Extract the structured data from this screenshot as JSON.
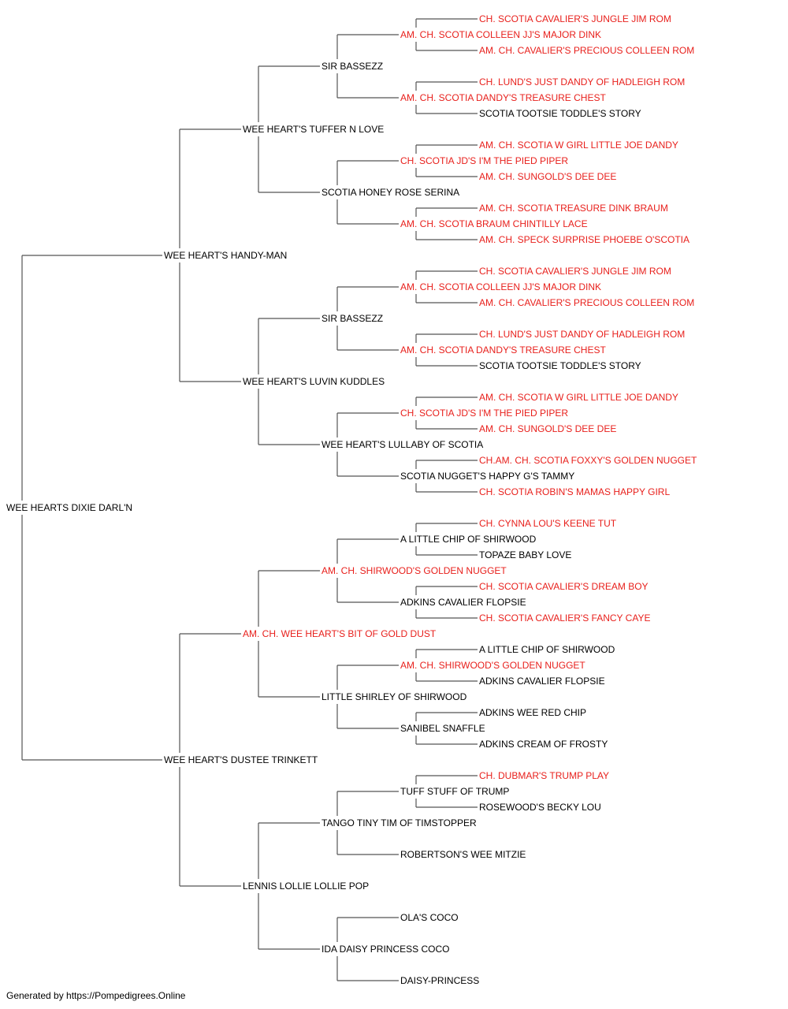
{
  "colors": {
    "champion": "#e8201c",
    "normal": "#000000",
    "line": "#555555"
  },
  "footer": "Generated by https://Pompedigrees.Online",
  "pedigree": {
    "name": "WEE HEARTS DIXIE DARL'N",
    "champion": false,
    "sire": {
      "name": "WEE HEART'S HANDY-MAN",
      "champion": false,
      "sire": {
        "name": "WEE HEART'S TUFFER N LOVE",
        "champion": false,
        "sire": {
          "name": "SIR BASSEZZ",
          "champion": false,
          "sire": {
            "name": "AM. CH. SCOTIA COLLEEN JJ'S MAJOR DINK",
            "champion": true,
            "sire": {
              "name": "CH. SCOTIA CAVALIER'S JUNGLE JIM ROM",
              "champion": true
            },
            "dam": {
              "name": "AM. CH. CAVALIER'S PRECIOUS COLLEEN ROM",
              "champion": true
            }
          },
          "dam": {
            "name": "AM. CH. SCOTIA DANDY'S TREASURE CHEST",
            "champion": true,
            "sire": {
              "name": "CH. LUND'S JUST DANDY OF HADLEIGH ROM",
              "champion": true
            },
            "dam": {
              "name": "SCOTIA TOOTSIE TODDLE'S STORY",
              "champion": false
            }
          }
        },
        "dam": {
          "name": "SCOTIA HONEY ROSE SERINA",
          "champion": false,
          "sire": {
            "name": "CH. SCOTIA JD'S I'M THE PIED PIPER",
            "champion": true,
            "sire": {
              "name": "AM. CH. SCOTIA W GIRL LITTLE JOE DANDY",
              "champion": true
            },
            "dam": {
              "name": "AM. CH. SUNGOLD'S DEE DEE",
              "champion": true
            }
          },
          "dam": {
            "name": "AM. CH. SCOTIA BRAUM CHINTILLY LACE",
            "champion": true,
            "sire": {
              "name": "AM. CH. SCOTIA TREASURE DINK BRAUM",
              "champion": true
            },
            "dam": {
              "name": "AM. CH. SPECK SURPRISE PHOEBE O'SCOTIA",
              "champion": true
            }
          }
        }
      },
      "dam": {
        "name": "WEE HEART'S LUVIN KUDDLES",
        "champion": false,
        "sire": {
          "name": "SIR BASSEZZ",
          "champion": false,
          "sire": {
            "name": "AM. CH. SCOTIA COLLEEN JJ'S MAJOR DINK",
            "champion": true,
            "sire": {
              "name": "CH. SCOTIA CAVALIER'S JUNGLE JIM ROM",
              "champion": true
            },
            "dam": {
              "name": "AM. CH. CAVALIER'S PRECIOUS COLLEEN ROM",
              "champion": true
            }
          },
          "dam": {
            "name": "AM. CH. SCOTIA DANDY'S TREASURE CHEST",
            "champion": true,
            "sire": {
              "name": "CH. LUND'S JUST DANDY OF HADLEIGH ROM",
              "champion": true
            },
            "dam": {
              "name": "SCOTIA TOOTSIE TODDLE'S STORY",
              "champion": false
            }
          }
        },
        "dam": {
          "name": "WEE HEART'S LULLABY OF SCOTIA",
          "champion": false,
          "sire": {
            "name": "CH. SCOTIA JD'S I'M THE PIED PIPER",
            "champion": true,
            "sire": {
              "name": "AM. CH. SCOTIA W GIRL LITTLE JOE DANDY",
              "champion": true
            },
            "dam": {
              "name": "AM. CH. SUNGOLD'S DEE DEE",
              "champion": true
            }
          },
          "dam": {
            "name": "SCOTIA NUGGET'S HAPPY G'S TAMMY",
            "champion": false,
            "sire": {
              "name": "CH.AM. CH. SCOTIA FOXXY'S GOLDEN NUGGET",
              "champion": true
            },
            "dam": {
              "name": "CH. SCOTIA ROBIN'S MAMAS HAPPY GIRL",
              "champion": true
            }
          }
        }
      }
    },
    "dam": {
      "name": "WEE HEART'S DUSTEE TRINKETT",
      "champion": false,
      "sire": {
        "name": "AM. CH. WEE HEART'S BIT OF GOLD DUST",
        "champion": true,
        "sire": {
          "name": "AM. CH. SHIRWOOD'S GOLDEN NUGGET",
          "champion": true,
          "sire": {
            "name": "A LITTLE CHIP OF SHIRWOOD",
            "champion": false,
            "sire": {
              "name": "CH. CYNNA LOU'S KEENE TUT",
              "champion": true
            },
            "dam": {
              "name": "TOPAZE BABY LOVE",
              "champion": false
            }
          },
          "dam": {
            "name": "ADKINS CAVALIER FLOPSIE",
            "champion": false,
            "sire": {
              "name": "CH. SCOTIA CAVALIER'S DREAM BOY",
              "champion": true
            },
            "dam": {
              "name": "CH. SCOTIA CAVALIER'S FANCY CAYE",
              "champion": true
            }
          }
        },
        "dam": {
          "name": "LITTLE SHIRLEY OF SHIRWOOD",
          "champion": false,
          "sire": {
            "name": "AM. CH. SHIRWOOD'S GOLDEN NUGGET",
            "champion": true,
            "sire": {
              "name": "A LITTLE CHIP OF SHIRWOOD",
              "champion": false
            },
            "dam": {
              "name": "ADKINS CAVALIER FLOPSIE",
              "champion": false
            }
          },
          "dam": {
            "name": "SANIBEL SNAFFLE",
            "champion": false,
            "sire": {
              "name": "ADKINS WEE RED CHIP",
              "champion": false
            },
            "dam": {
              "name": "ADKINS CREAM OF FROSTY",
              "champion": false
            }
          }
        }
      },
      "dam": {
        "name": "LENNIS LOLLIE LOLLIE POP",
        "champion": false,
        "sire": {
          "name": "TANGO TINY TIM OF TIMSTOPPER",
          "champion": false,
          "sire": {
            "name": "TUFF STUFF OF TRUMP",
            "champion": false,
            "sire": {
              "name": "CH. DUBMAR'S TRUMP PLAY",
              "champion": true
            },
            "dam": {
              "name": "ROSEWOOD'S BECKY LOU",
              "champion": false
            }
          },
          "dam": {
            "name": "ROBERTSON'S WEE MITZIE",
            "champion": false
          }
        },
        "dam": {
          "name": "IDA DAISY PRINCESS COCO",
          "champion": false,
          "sire": {
            "name": "OLA'S COCO",
            "champion": false
          },
          "dam": {
            "name": "DAISY-PRINCESS",
            "champion": false
          }
        }
      }
    }
  }
}
